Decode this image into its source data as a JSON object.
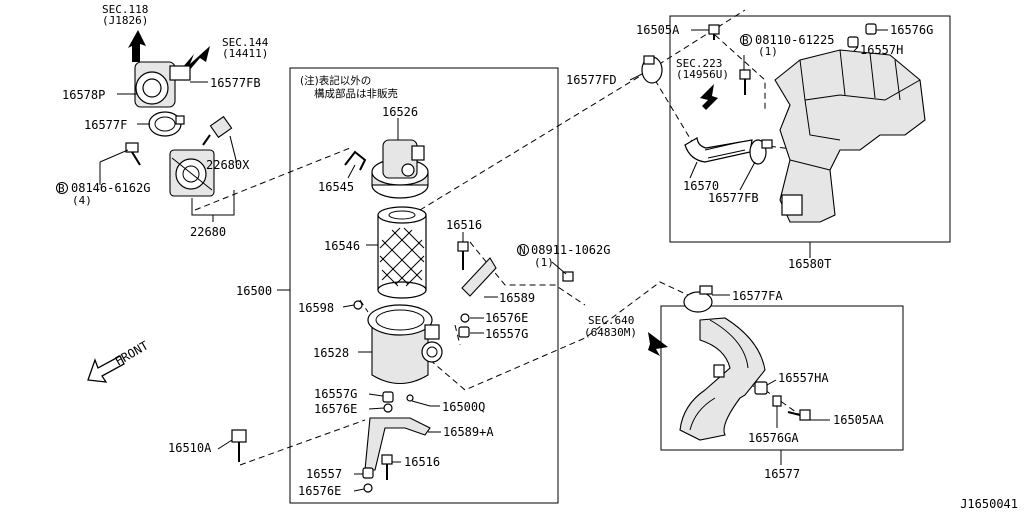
{
  "diagram_id": "J1650041",
  "sections": {
    "sec118": {
      "line1": "SEC.118",
      "line2": "(J1826)"
    },
    "sec144": {
      "line1": "SEC.144",
      "line2": "(14411)"
    },
    "sec223": {
      "line1": "SEC.223",
      "line2": "(14956U)"
    },
    "sec640": {
      "line1": "SEC.640",
      "line2": "(64830M)"
    }
  },
  "note": {
    "line1": "(注)表記以外の",
    "line2": "構成部品は非販売"
  },
  "front_label": "FRONT",
  "callouts": {
    "p16578P": "16578P",
    "p16577FB_top": "16577FB",
    "p16577F": "16577F",
    "p22680X": "22680X",
    "p22680": "22680",
    "p16526": "16526",
    "p16545": "16545",
    "p16546": "16546",
    "p16516_top": "16516",
    "p16589": "16589",
    "p16576E_top": "16576E",
    "p16557G_top": "16557G",
    "p16500": "16500",
    "p16598": "16598",
    "p16528": "16528",
    "p16557G_mid": "16557G",
    "p16576E_mid": "16576E",
    "p16500Q": "16500Q",
    "p16589A": "16589+A",
    "p16516_bot": "16516",
    "p16557_bot": "16557",
    "p16576E_bot": "16576E",
    "p16510A": "16510A",
    "p16505A": "16505A",
    "p16576G": "16576G",
    "p16557H": "16557H",
    "p16577FD": "16577FD",
    "p16570": "16570",
    "p16577FB_right": "16577FB",
    "p16580T": "16580T",
    "p16577FA": "16577FA",
    "p16557HA": "16557HA",
    "p16505AA": "16505AA",
    "p16576GA": "16576GA",
    "p16577": "16577"
  },
  "fasteners": {
    "b08146": {
      "symbol": "B",
      "code": "08146-6162G",
      "qty": "(4)"
    },
    "b08110": {
      "symbol": "B",
      "code": "08110-61225",
      "qty": "(1)"
    },
    "n08911": {
      "symbol": "N",
      "code": "08911-1062G",
      "qty": "(1)"
    }
  }
}
